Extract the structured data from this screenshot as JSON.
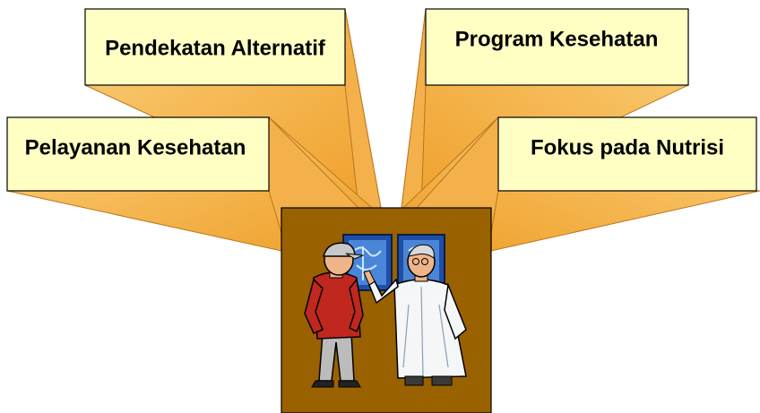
{
  "boxes": {
    "top_left": "Pendekatan Alternatif",
    "top_right": "Program Kesehatan",
    "mid_left": "Pelayanan Kesehatan",
    "mid_right": "Fokus pada Nutrisi"
  },
  "colors": {
    "box_fill": "#ffffc4",
    "beam_fill": "#f7b54a",
    "beam_dark": "#e89b2f",
    "center_fill": "#996100",
    "outline": "#000000"
  },
  "center_image": {
    "icon": "doctor-patient-xray-clipart"
  }
}
